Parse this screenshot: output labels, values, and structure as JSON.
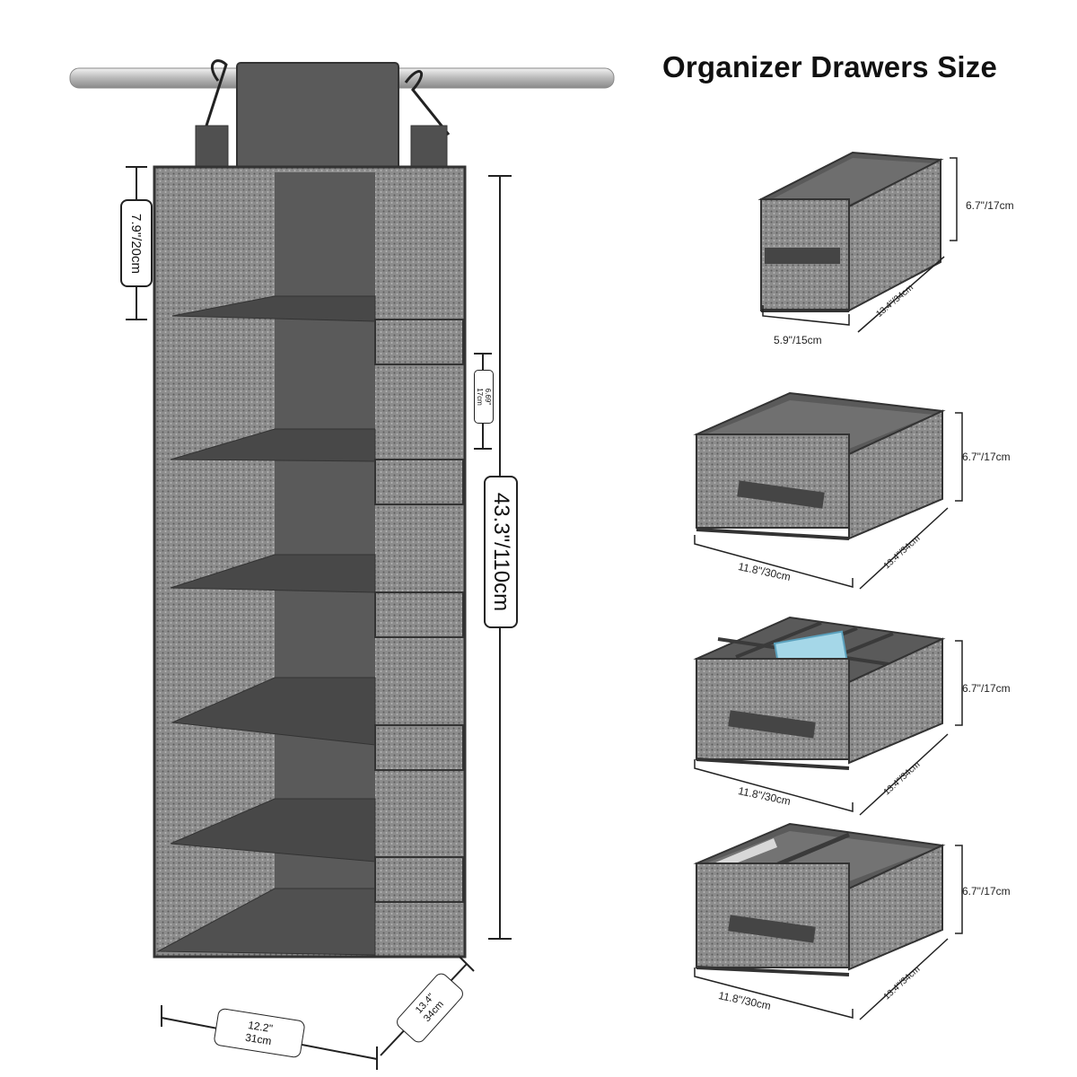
{
  "title": "Organizer Drawers Size",
  "organizer": {
    "height_label": "43.3\"/110cm",
    "top_cubby_label": "7.9\"/20cm",
    "pocket_label_line1": "6.69\"",
    "pocket_label_line2": "17cm",
    "width_label_line1": "12.2\"",
    "width_label_line2": "31cm",
    "depth_label_line1": "13.4\"",
    "depth_label_line2": "34cm"
  },
  "drawers": [
    {
      "height": "6.7\"/17cm",
      "width": "5.9\"/15cm",
      "depth": "13.4\"/34cm",
      "style": "narrow"
    },
    {
      "height": "6.7\"/17cm",
      "width": "11.8\"/30cm",
      "depth": "13.4\"/34cm",
      "style": "wide"
    },
    {
      "height": "6.7\"/17cm",
      "width": "11.8\"/30cm",
      "depth": "13.4\"/34cm",
      "style": "grid"
    },
    {
      "height": "6.7\"/17cm",
      "width": "11.8\"/30cm",
      "depth": "13.4\"/34cm",
      "style": "divided"
    }
  ],
  "colors": {
    "fabric": "#8a8a8a",
    "dark": "#505050",
    "trim": "#3a3a3a",
    "rod": "#c8c8c8"
  }
}
